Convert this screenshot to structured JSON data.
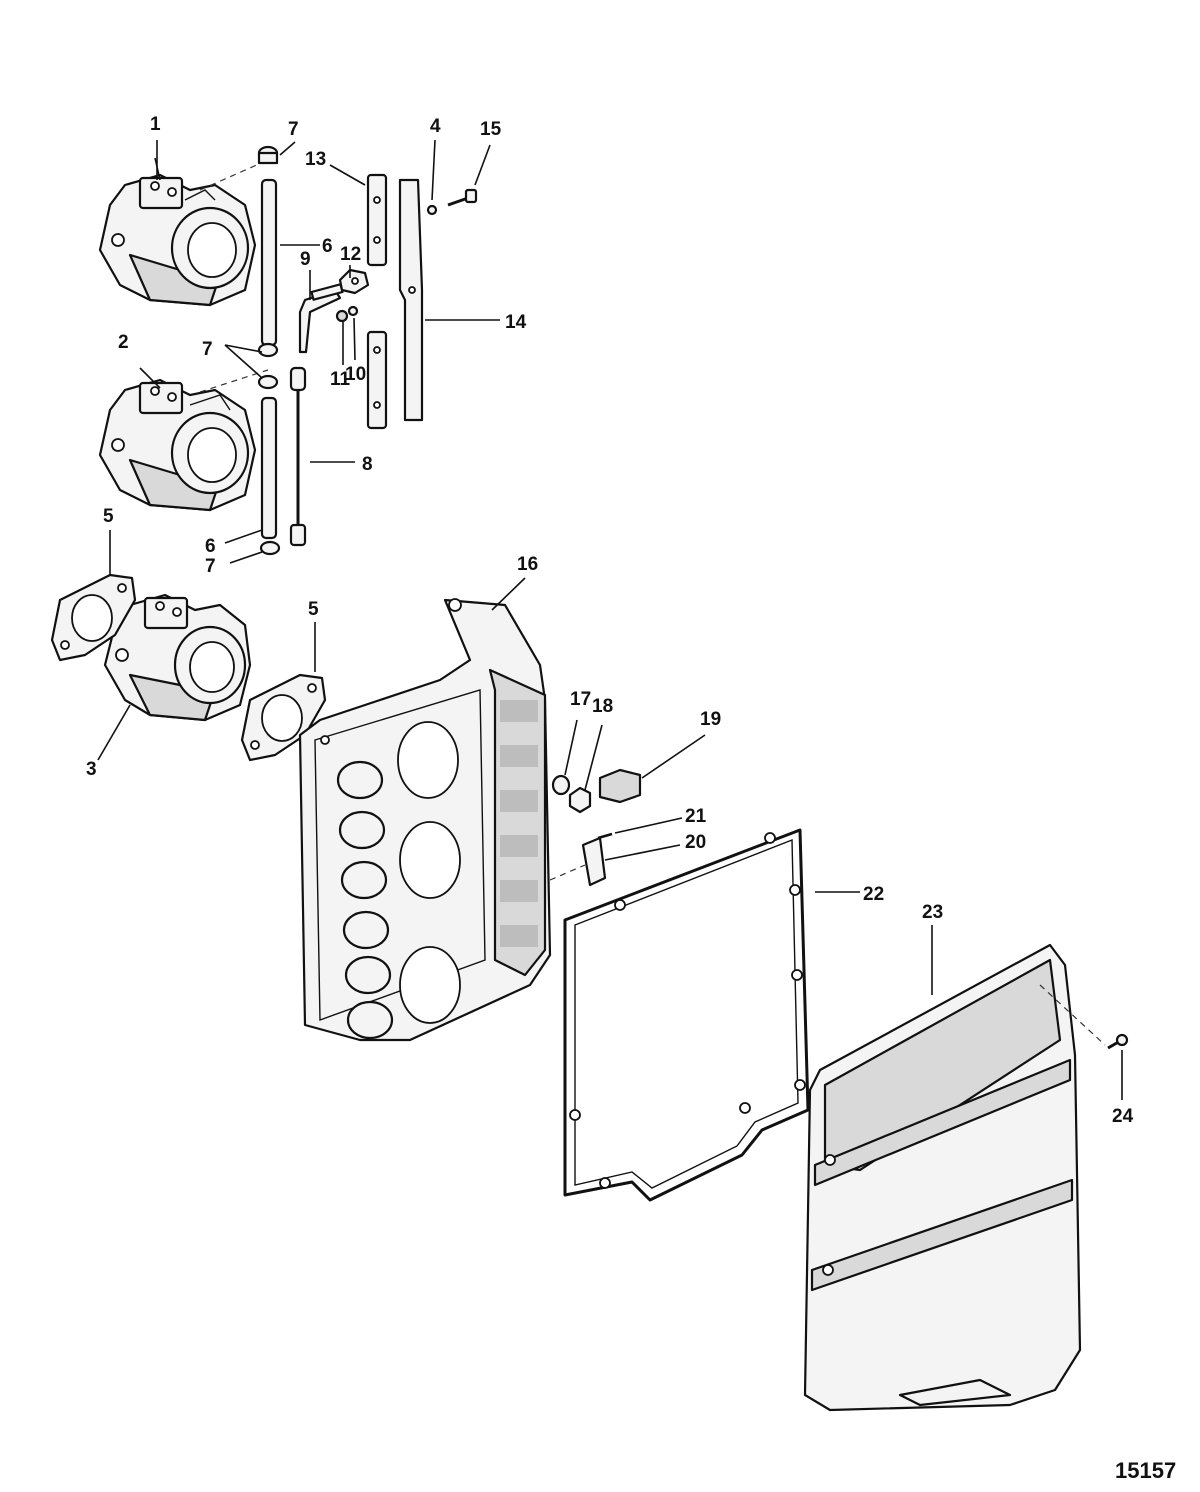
{
  "figure_number": "15157",
  "callouts": {
    "c1": "1",
    "c2": "2",
    "c3": "3",
    "c4": "4",
    "c5a": "5",
    "c5b": "5",
    "c6a": "6",
    "c6b": "6",
    "c7a": "7",
    "c7b": "7",
    "c7c": "7",
    "c8": "8",
    "c9": "9",
    "c10": "10",
    "c11": "11",
    "c12": "12",
    "c13": "13",
    "c14": "14",
    "c15": "15",
    "c16": "16",
    "c17": "17",
    "c18": "18",
    "c19": "19",
    "c20": "20",
    "c21": "21",
    "c22": "22",
    "c23": "23",
    "c24": "24"
  }
}
